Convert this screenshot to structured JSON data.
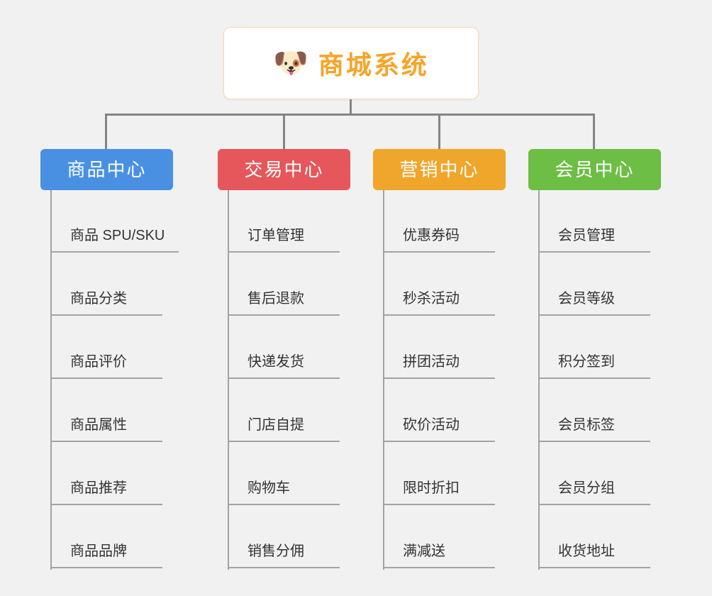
{
  "root": {
    "title": "商城系统",
    "icon": "🐶"
  },
  "connector_color": "#858585",
  "branches": [
    {
      "label": "商品中心",
      "color": "#4a90e2",
      "children": [
        "商品 SPU/SKU",
        "商品分类",
        "商品评价",
        "商品属性",
        "商品推荐",
        "商品品牌"
      ]
    },
    {
      "label": "交易中心",
      "color": "#e5575a",
      "children": [
        "订单管理",
        "售后退款",
        "快递发货",
        "门店自提",
        "购物车",
        "销售分佣"
      ]
    },
    {
      "label": "营销中心",
      "color": "#f0a62b",
      "children": [
        "优惠券码",
        "秒杀活动",
        "拼团活动",
        "砍价活动",
        "限时折扣",
        "满减送"
      ]
    },
    {
      "label": "会员中心",
      "color": "#6cbe45",
      "children": [
        "会员管理",
        "会员等级",
        "积分签到",
        "会员标签",
        "会员分组",
        "收货地址"
      ]
    }
  ]
}
